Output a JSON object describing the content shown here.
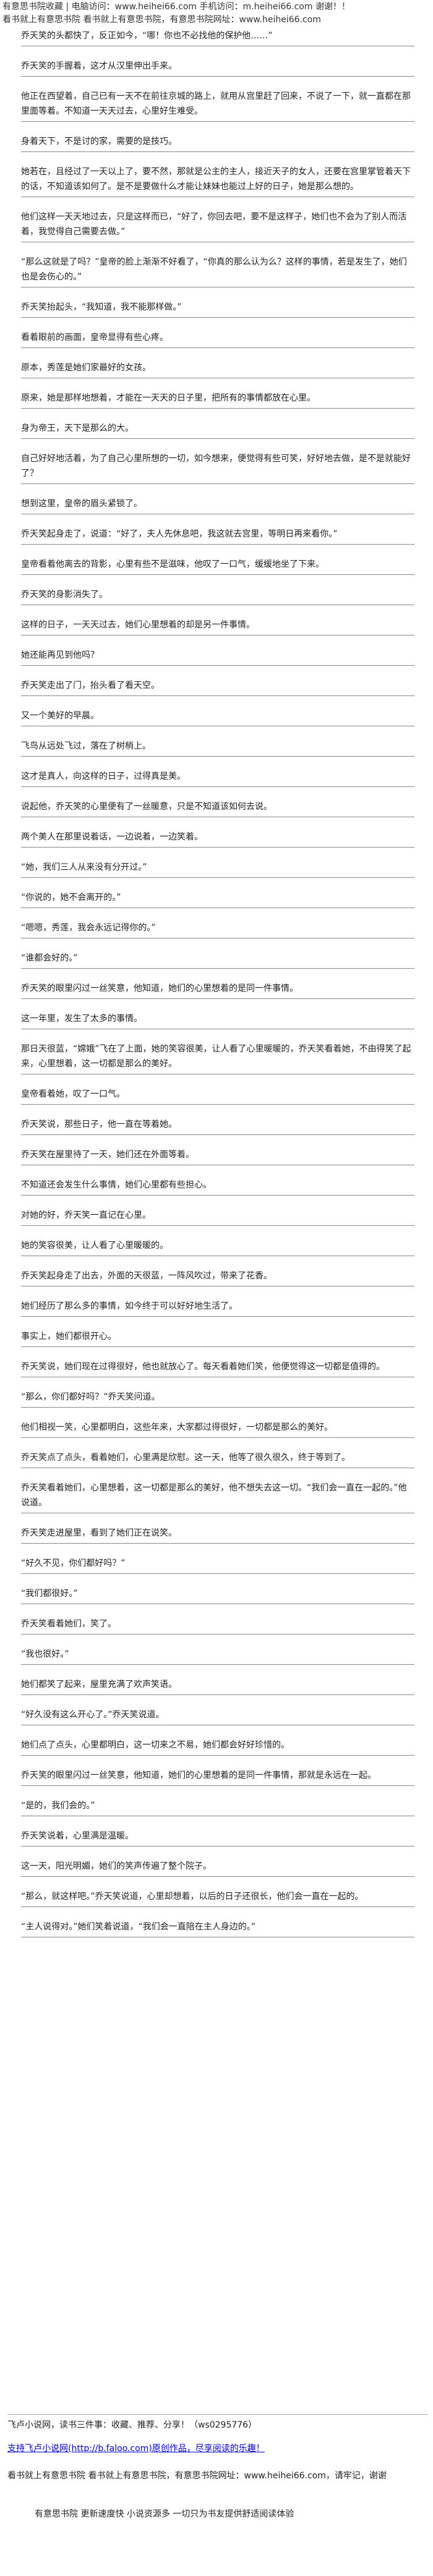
{
  "header": {
    "banner_text": "有意思书院收藏 | 电脑访问：www.heihei66.com 手机访问：m.heihei66.com 谢谢！！",
    "banner_line2": "看书就上有意思书院 看书就上有意思书院，有意思书院网址：www.heihei66.com"
  },
  "paragraphs": [
    "乔天笑的头都快了，反正如今，“哪！你也不必找他的保护他……”",
    "乔天笑的手握着，这才从汉里伸出手来。",
    "他正在西望着，自己已有一天不在前往京城的路上，就用从宫里赶了回来，不说了一下，就一直都在那里面等着。不知道一天天过去，心里好生难受。",
    "身着天下，不是讨的家，需要的是技巧。",
    "她若在，且经过了一天以上了，要不然，那就是公主的主人，接近天子的女人，还要在宫里掌管着天下的话，不知道该如何了。是不是要做什么才能让妹妹也能过上好的日子，她是那么想的。",
    "他们这样一天天地过去，只是这样而已，“好了，你回去吧，要不是这样子，她们也不会为了别人而活着，我觉得自己需要去做。”",
    "“那么这就是了吗？”皇帝的脸上渐渐不好看了，“你真的那么认为么？这样的事情，若是发生了，她们也是会伤心的。”",
    "乔天笑抬起头，“我知道，我不能那样做。”",
    "看着眼前的画面，皇帝显得有些心疼。",
    "原本，秀莲是她们家最好的女孩。",
    "原来，她是那样地想着，才能在一天天的日子里，把所有的事情都放在心里。",
    "身为帝王，天下是那么的大。",
    "自己好好地活着，为了自己心里所想的一切，如今想来，便觉得有些可笑，好好地去做，是不是就能好了？",
    "想到这里，皇帝的眉头紧锁了。",
    "乔天笑起身走了，说道：“好了，夫人先休息吧，我这就去宫里，等明日再来看你。”",
    "皇帝看着他离去的背影，心里有些不是滋味，他叹了一口气，缓缓地坐了下来。",
    "乔天笑的身影消失了。",
    "这样的日子，一天天过去，她们心里想着的却是另一件事情。",
    "她还能再见到他吗？",
    "乔天笑走出了门，抬头看了看天空。",
    "又一个美好的早晨。",
    "飞鸟从远处飞过，落在了树梢上。",
    "这才是真人，向这样的日子，过得真是美。",
    "说起他，乔天笑的心里便有了一丝暖意，只是不知道该如何去说。",
    "两个美人在那里说着话，一边说着，一边笑着。",
    "“她，我们三人从来没有分开过。”",
    "“你说的，她不会离开的。”",
    "“嗯嗯，秀莲，我会永远记得你的。”",
    "“谁都会好的。”",
    "乔天笑的眼里闪过一丝笑意，他知道，她们的心里想着的是同一件事情。",
    "这一年里，发生了太多的事情。",
    "那日天很蓝，“嫦娥”飞在了上面，她的笑容很美，让人看了心里暖暖的，乔天笑看着她，不由得笑了起来，心里想着，这一切都是那么的美好。",
    "皇帝看着她，叹了一口气。",
    "乔天笑说，那些日子，他一直在等着她。",
    "乔天笑在屋里待了一天，她们还在外面等着。",
    "不知道还会发生什么事情，她们心里都有些担心。",
    "对她的好，乔天笑一直记在心里。",
    "她的笑容很美，让人看了心里暖暖的。",
    "乔天笑起身走了出去，外面的天很蓝，一阵风吹过，带来了花香。",
    "她们经历了那么多的事情，如今终于可以好好地生活了。",
    "事实上，她们都很开心。",
    "乔天笑说，她们现在过得很好，他也就放心了。每天看着她们笑，他便觉得这一切都是值得的。",
    "“那么，你们都好吗？”乔天笑问道。",
    "他们相视一笑，心里都明白，这些年来，大家都过得很好，一切都是那么的美好。",
    "乔天笑点了点头，看着她们，心里满是欣慰。这一天，他等了很久很久，终于等到了。",
    "乔天笑看着她们，心里想着，这一切都是那么的美好，他不想失去这一切。“我们会一直在一起的。”他说道。",
    "乔天笑走进屋里，看到了她们正在说笑。",
    "“好久不见，你们都好吗？”",
    "“我们都很好。”",
    "乔天笑看着她们，笑了。",
    "“我也很好。”",
    "她们都笑了起来，屋里充满了欢声笑语。",
    "“好久没有这么开心了。”乔天笑说道。",
    "她们点了点头，心里都明白，这一切来之不易，她们都会好好珍惜的。",
    "乔天笑的眼里闪过一丝笑意，他知道，她们的心里想着的是同一件事情，那就是永远在一起。",
    "“是的，我们会的。”",
    "乔天笑说着，心里满是温暖。",
    "这一天，阳光明媚，她们的笑声传遍了整个院子。",
    "“那么，就这样吧。”乔天笑说道，心里却想着，以后的日子还很长，他们会一直在一起的。",
    "“主人说得对。”她们笑着说道，“我们会一直陪在主人身边的。”"
  ],
  "footer": {
    "credit": "飞卢小说网，读书三件事：收藏、推荐、分享！（ws0295776）",
    "support_prefix": "支持飞卢小说网(http://b.faloo.com)原创作品，尽享阅读的乐趣！",
    "ad_line": "看书就上有意思书院 看书就上有意思书院，有意思书院网址：www.heihei66.com，请牢记，谢谢",
    "slogan": "有意思书院 更新速度快 小说资源多 一切只为书友提供舒适阅读体验"
  }
}
